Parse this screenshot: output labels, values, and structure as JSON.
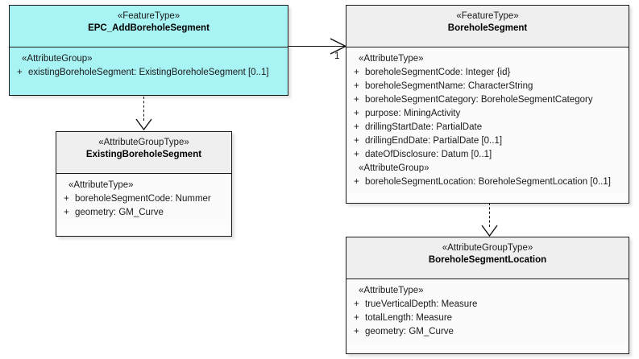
{
  "diagram": {
    "type": "uml-class-diagram",
    "background_color": "#ffffff",
    "accent_color": "#a8f3f3",
    "line_color": "#111111"
  },
  "classes": [
    {
      "id": "epc-add-borehole-segment",
      "stereotype": "«FeatureType»",
      "name": "EPC_AddBoreholeSegment",
      "fill": "#a8f3f3",
      "sections": [
        {
          "group": "«AttributeGroup»",
          "attributes": [
            {
              "visibility": "+",
              "text": "existingBoreholeSegment: ExistingBoreholeSegment [0..1]"
            }
          ]
        }
      ]
    },
    {
      "id": "borehole-segment",
      "stereotype": "«FeatureType»",
      "name": "BoreholeSegment",
      "fill": "#fbfbfb",
      "sections": [
        {
          "group": "«AttributeType»",
          "attributes": [
            {
              "visibility": "+",
              "text": "boreholeSegmentCode: Integer {id}"
            },
            {
              "visibility": "+",
              "text": "boreholeSegmentName: CharacterString"
            },
            {
              "visibility": "+",
              "text": "boreholeSegmentCategory: BoreholeSegmentCategory"
            },
            {
              "visibility": "+",
              "text": "purpose: MiningActivity"
            },
            {
              "visibility": "+",
              "text": "drillingStartDate: PartialDate"
            },
            {
              "visibility": "+",
              "text": "drillingEndDate: PartialDate [0..1]"
            },
            {
              "visibility": "+",
              "text": "dateOfDisclosure: Datum [0..1]"
            }
          ]
        },
        {
          "group": "«AttributeGroup»",
          "attributes": [
            {
              "visibility": "+",
              "text": "boreholeSegmentLocation: BoreholeSegmentLocation [0..1]"
            }
          ]
        }
      ]
    },
    {
      "id": "existing-borehole-segment",
      "stereotype": "«AttributeGroupType»",
      "name": "ExistingBoreholeSegment",
      "fill": "#fbfbfb",
      "sections": [
        {
          "group": "«AttributeType»",
          "attributes": [
            {
              "visibility": "+",
              "text": "boreholeSegmentCode: Nummer"
            },
            {
              "visibility": "+",
              "text": "geometry: GM_Curve"
            }
          ]
        }
      ]
    },
    {
      "id": "borehole-segment-location",
      "stereotype": "«AttributeGroupType»",
      "name": "BoreholeSegmentLocation",
      "fill": "#fbfbfb",
      "sections": [
        {
          "group": "«AttributeType»",
          "attributes": [
            {
              "visibility": "+",
              "text": "trueVerticalDepth: Measure"
            },
            {
              "visibility": "+",
              "text": "totalLength: Measure"
            },
            {
              "visibility": "+",
              "text": "geometry: GM_Curve"
            }
          ]
        }
      ]
    }
  ],
  "connectors": [
    {
      "id": "assoc-epc-to-boreholesegment",
      "kind": "association",
      "style": "solid",
      "arrowhead": "open",
      "source": "epc-add-borehole-segment",
      "target": "borehole-segment",
      "target_multiplicity": "1"
    },
    {
      "id": "dep-epc-to-existing",
      "kind": "dependency",
      "style": "dashed",
      "arrowhead": "open",
      "source": "epc-add-borehole-segment",
      "target": "existing-borehole-segment",
      "target_multiplicity": ""
    },
    {
      "id": "dep-boreholesegment-to-location",
      "kind": "dependency",
      "style": "dashed",
      "arrowhead": "open",
      "source": "borehole-segment",
      "target": "borehole-segment-location",
      "target_multiplicity": ""
    }
  ]
}
